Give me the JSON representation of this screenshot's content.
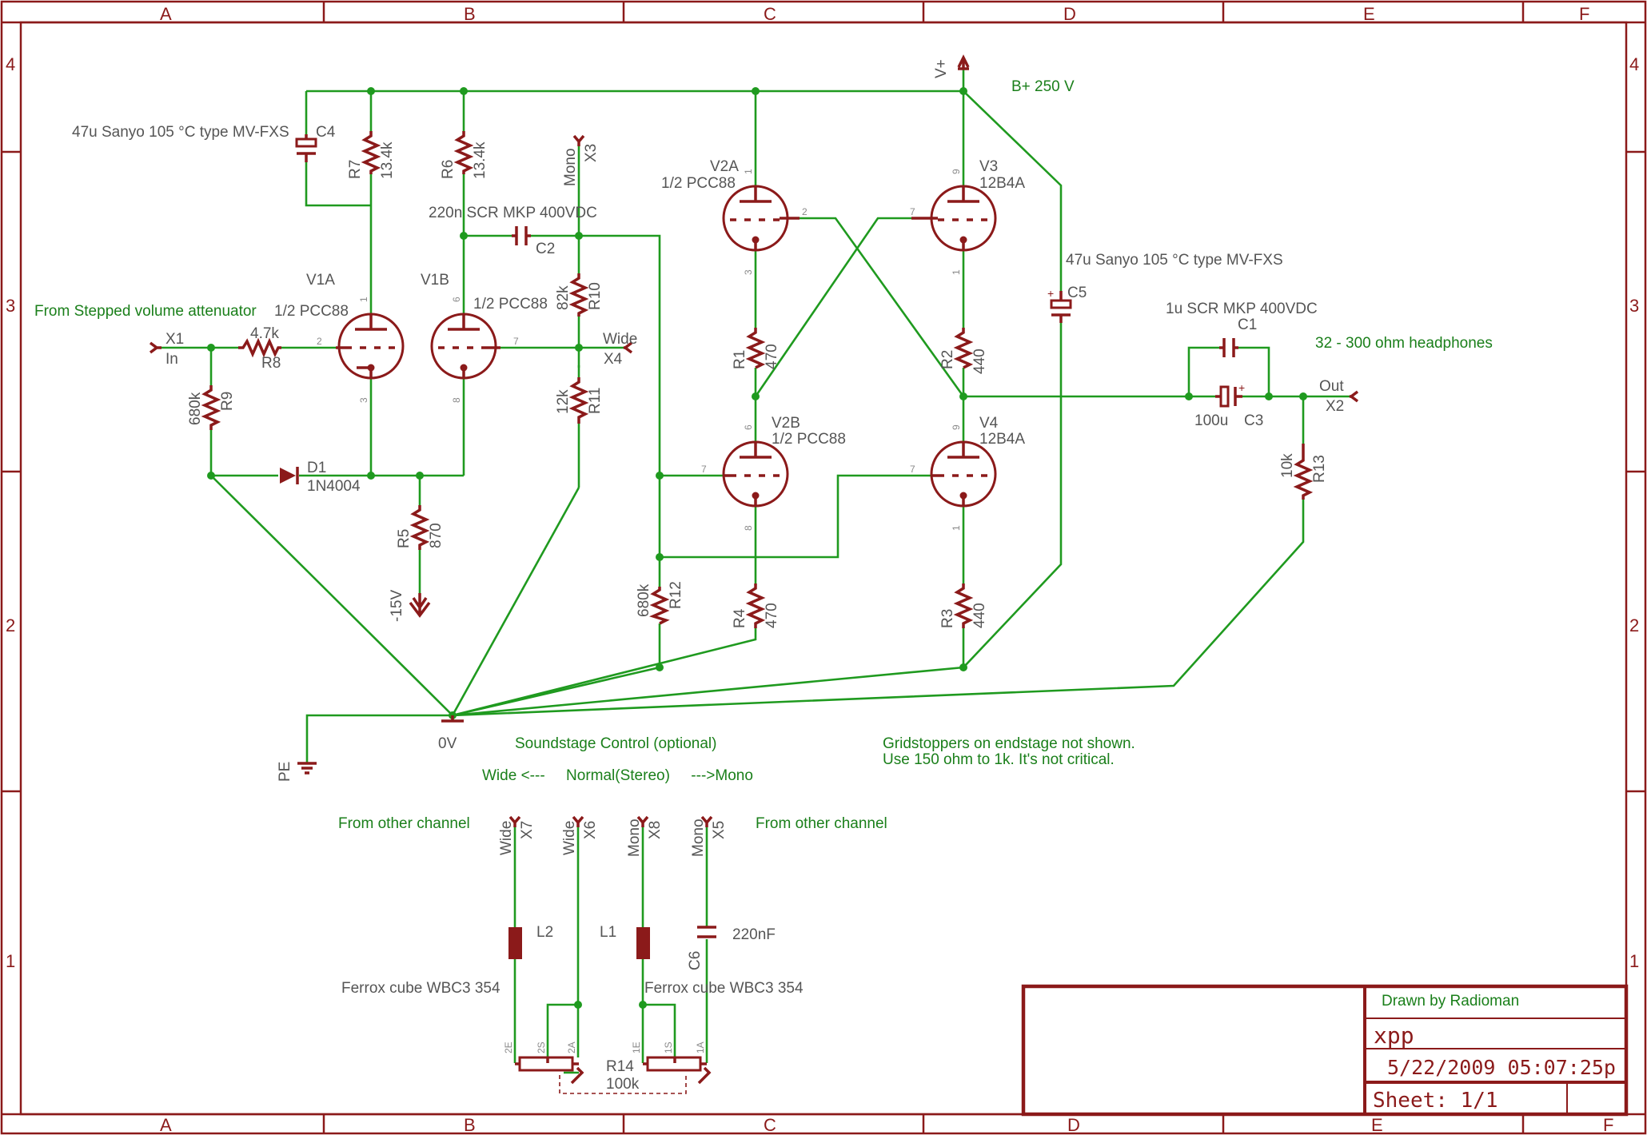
{
  "frame": {
    "columns": [
      "A",
      "B",
      "C",
      "D",
      "E",
      "F"
    ],
    "rows": [
      "4",
      "3",
      "2",
      "1"
    ]
  },
  "title_block": {
    "drawn_by": "Drawn by Radioman",
    "name": "xpp",
    "date": "5/22/2009 05:07:25p",
    "sheet": "Sheet: 1/1"
  },
  "notes": {
    "from_attenuator": "From Stepped volume attenuator",
    "bplus": "B+ 250 V",
    "headphones": "32 - 300 ohm headphones",
    "soundstage": "Soundstage Control (optional)",
    "soundstage_range": "Wide <---     Normal(Stereo)     --->Mono",
    "from_other_left": "From other channel",
    "from_other_right": "From other channel",
    "gridstoppers_1": "Gridstoppers on endstage not shown.",
    "gridstoppers_2": "Use 150 ohm to 1k.  It's not critical.",
    "c4_desc": "47u Sanyo 105 °C type MV-FXS",
    "c5_desc": "47u Sanyo 105 °C type MV-FXS",
    "c2_desc": "220n SCR MKP 400VDC",
    "c1_desc": "1u SCR MKP 400VDC",
    "l2_desc": "Ferrox cube WBC3 354",
    "l1_desc": "Ferrox cube WBC3 354"
  },
  "components": {
    "v1a": {
      "name": "V1A",
      "value": "1/2 PCC88"
    },
    "v1b": {
      "name": "V1B",
      "value": "1/2 PCC88"
    },
    "v2a": {
      "name": "V2A",
      "value": "1/2 PCC88"
    },
    "v2b": {
      "name": "V2B",
      "value": "1/2 PCC88"
    },
    "v3": {
      "name": "V3",
      "value": "12B4A"
    },
    "v4": {
      "name": "V4",
      "value": "12B4A"
    },
    "r1": {
      "name": "R1",
      "value": "470"
    },
    "r2": {
      "name": "R2",
      "value": "440"
    },
    "r3": {
      "name": "R3",
      "value": "440"
    },
    "r4": {
      "name": "R4",
      "value": "470"
    },
    "r5": {
      "name": "R5",
      "value": "870"
    },
    "r6": {
      "name": "R6",
      "value": "13.4k"
    },
    "r7": {
      "name": "R7",
      "value": "13.4k"
    },
    "r8": {
      "name": "R8",
      "value": "4.7k"
    },
    "r9": {
      "name": "R9",
      "value": "680k"
    },
    "r10": {
      "name": "R10",
      "value": "82k"
    },
    "r11": {
      "name": "R11",
      "value": "12k"
    },
    "r12": {
      "name": "R12",
      "value": "680k"
    },
    "r13": {
      "name": "R13",
      "value": "10k"
    },
    "r14": {
      "name": "R14",
      "value": "100k"
    },
    "c1": {
      "name": "C1"
    },
    "c2": {
      "name": "C2"
    },
    "c3": {
      "name": "C3",
      "value": "100u"
    },
    "c4": {
      "name": "C4"
    },
    "c5": {
      "name": "C5"
    },
    "c6": {
      "name": "C6",
      "value": "220nF"
    },
    "d1": {
      "name": "D1",
      "value": "1N4004"
    },
    "l1": {
      "name": "L1"
    },
    "l2": {
      "name": "L2"
    }
  },
  "connectors": {
    "x1": {
      "name": "X1",
      "label": "In"
    },
    "x2": {
      "name": "X2",
      "label": "Out"
    },
    "x3": {
      "name": "X3",
      "label": "Mono"
    },
    "x4": {
      "name": "X4",
      "label": "Wide"
    },
    "x5": {
      "name": "X5",
      "label": "Mono"
    },
    "x6": {
      "name": "X6",
      "label": "Wide"
    },
    "x7": {
      "name": "X7",
      "label": "Wide"
    },
    "x8": {
      "name": "X8",
      "label": "Mono"
    }
  },
  "supplies": {
    "vplus": "V+",
    "neg15": "-15V",
    "zero": "0V",
    "pe": "PE"
  },
  "pins": {
    "p1": "1",
    "p2": "2",
    "p3": "3",
    "p6": "6",
    "p7": "7",
    "p8": "8",
    "p9": "9",
    "e2": "2E",
    "s2": "2S",
    "a2": "2A",
    "e1": "1E",
    "s1": "1S",
    "a1": "1A"
  }
}
